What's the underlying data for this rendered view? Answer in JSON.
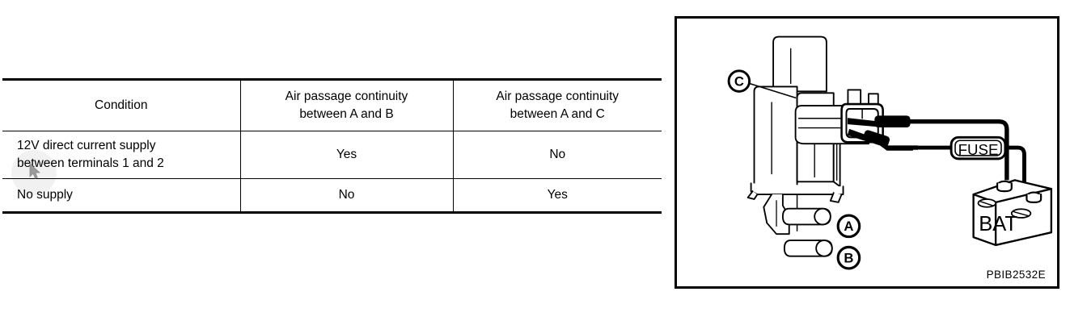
{
  "figure": {
    "part_number": "PBIB2532E"
  },
  "table": {
    "headers": {
      "condition": "Condition",
      "ab_line1": "Air passage continuity",
      "ab_line2": "between A and B",
      "ac_line1": "Air passage continuity",
      "ac_line2": "between A and C"
    },
    "rows": [
      {
        "condition_line1": "12V direct current supply",
        "condition_line2": "between terminals 1 and 2",
        "ab": "Yes",
        "ac": "No"
      },
      {
        "condition_line1": "No supply",
        "condition_line2": "",
        "ab": "No",
        "ac": "Yes"
      }
    ]
  },
  "diagram": {
    "callouts": {
      "a": "A",
      "b": "B",
      "c": "C"
    },
    "fuse_label": "FUSE",
    "battery_label": "BAT"
  },
  "colors": {
    "ink": "#000000",
    "paper": "#ffffff",
    "cursor_highlight": "rgba(0,0,0,0.055)"
  }
}
